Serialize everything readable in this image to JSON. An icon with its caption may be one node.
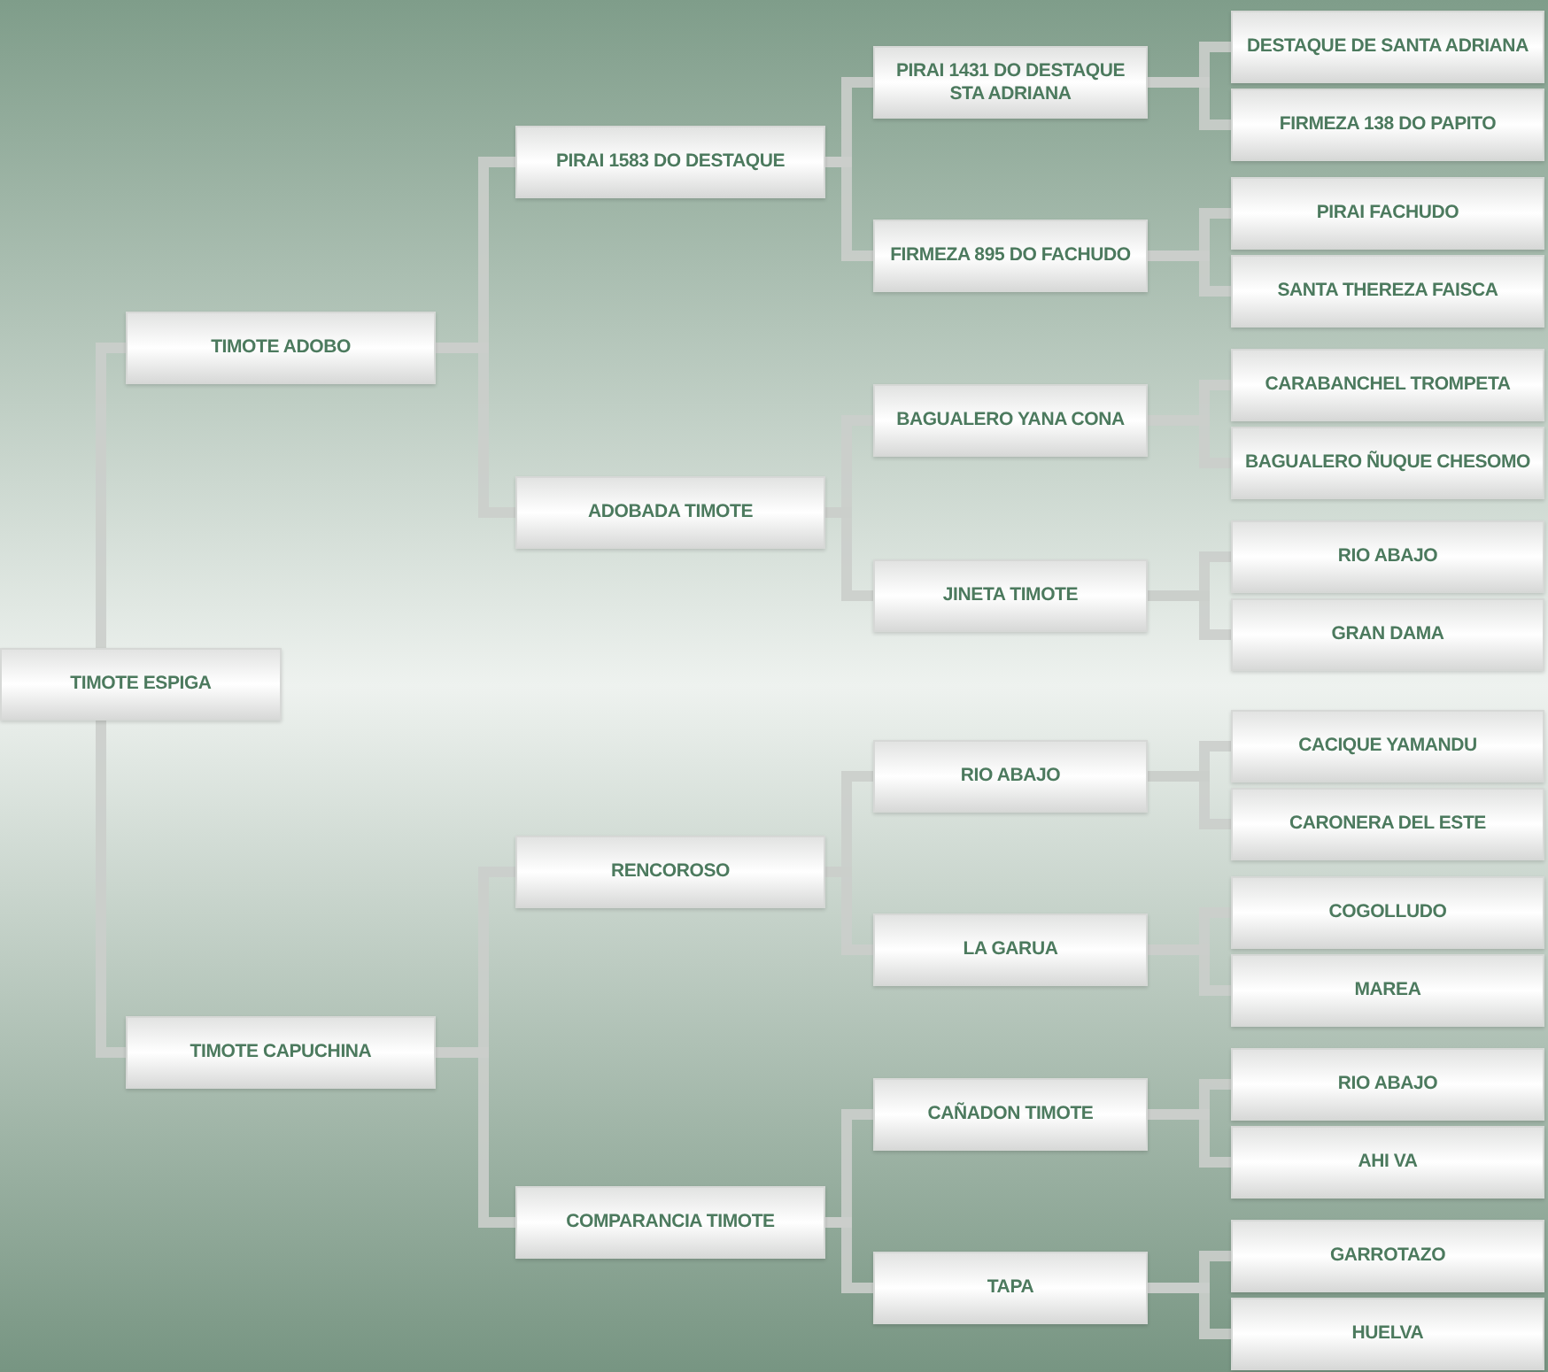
{
  "diagram": {
    "nodes": [
      {
        "text": [
          "TIMOTE ESPIGA"
        ]
      },
      {
        "text": [
          "TIMOTE ADOBO"
        ]
      },
      {
        "text": [
          "PIRAI 1583 DO DESTAQUE"
        ]
      },
      {
        "text": [
          "PIRAI 1431 DO DESTAQUE STA ADRIANA"
        ]
      },
      {
        "text": [
          "DESTAQUE DE SANTA ADRIANA"
        ]
      },
      {
        "text": [
          "FIRMEZA 138 DO PAPITO"
        ]
      },
      {
        "text": [
          "FIRMEZA 895 DO FACHUDO"
        ]
      },
      {
        "text": [
          "PIRAI FACHUDO"
        ]
      },
      {
        "text": [
          "SANTA THEREZA FAISCA"
        ]
      },
      {
        "text": [
          "ADOBADA TIMOTE"
        ]
      },
      {
        "text": [
          "BAGUALERO YANA CONA"
        ]
      },
      {
        "text": [
          "CARABANCHEL TROMPETA"
        ]
      },
      {
        "text": [
          "BAGUALERO ÑUQUE CHESOMO"
        ]
      },
      {
        "text": [
          "JINETA TIMOTE"
        ]
      },
      {
        "text": [
          "RIO ABAJO"
        ]
      },
      {
        "text": [
          "GRAN DAMA"
        ]
      },
      {
        "text": [
          "TIMOTE CAPUCHINA"
        ]
      },
      {
        "text": [
          "RENCOROSO"
        ]
      },
      {
        "text": [
          "RIO ABAJO"
        ]
      },
      {
        "text": [
          "CACIQUE YAMANDU"
        ]
      },
      {
        "text": [
          "CARONERA DEL ESTE"
        ]
      },
      {
        "text": [
          "LA GARUA"
        ]
      },
      {
        "text": [
          "COGOLLUDO"
        ]
      },
      {
        "text": [
          "MAREA"
        ]
      },
      {
        "text": [
          "COMPARANCIA TIMOTE"
        ]
      },
      {
        "text": [
          "CAÑADON TIMOTE"
        ]
      },
      {
        "text": [
          "RIO ABAJO"
        ]
      },
      {
        "text": [
          "AHI VA"
        ]
      },
      {
        "text": [
          "TAPA"
        ]
      },
      {
        "text": [
          "GARROTAZO"
        ]
      },
      {
        "text": [
          "HUELVA"
        ]
      }
    ],
    "edges": [
      {
        "from": 0,
        "to": 1,
        "arrow": "none"
      },
      {
        "from": 0,
        "to": 16,
        "arrow": "none"
      },
      {
        "from": 1,
        "to": 2,
        "arrow": "none"
      },
      {
        "from": 1,
        "to": 9,
        "arrow": "none"
      },
      {
        "from": 2,
        "to": 3,
        "arrow": "none"
      },
      {
        "from": 2,
        "to": 6,
        "arrow": "none"
      },
      {
        "from": 3,
        "to": 4,
        "arrow": "none"
      },
      {
        "from": 3,
        "to": 5,
        "arrow": "none"
      },
      {
        "from": 6,
        "to": 7,
        "arrow": "none"
      },
      {
        "from": 6,
        "to": 8,
        "arrow": "none"
      },
      {
        "from": 9,
        "to": 10,
        "arrow": "none"
      },
      {
        "from": 9,
        "to": 13,
        "arrow": "none"
      },
      {
        "from": 10,
        "to": 11,
        "arrow": "none"
      },
      {
        "from": 10,
        "to": 12,
        "arrow": "none"
      },
      {
        "from": 13,
        "to": 14,
        "arrow": "none"
      },
      {
        "from": 13,
        "to": 15,
        "arrow": "none"
      },
      {
        "from": 16,
        "to": 17,
        "arrow": "none"
      },
      {
        "from": 16,
        "to": 24,
        "arrow": "none"
      },
      {
        "from": 17,
        "to": 18,
        "arrow": "none"
      },
      {
        "from": 17,
        "to": 21,
        "arrow": "none"
      },
      {
        "from": 18,
        "to": 19,
        "arrow": "none"
      },
      {
        "from": 18,
        "to": 20,
        "arrow": "none"
      },
      {
        "from": 21,
        "to": 22,
        "arrow": "none"
      },
      {
        "from": 21,
        "to": 23,
        "arrow": "none"
      },
      {
        "from": 24,
        "to": 25,
        "arrow": "none"
      },
      {
        "from": 24,
        "to": 28,
        "arrow": "none"
      },
      {
        "from": 25,
        "to": 26,
        "arrow": "none"
      },
      {
        "from": 25,
        "to": 27,
        "arrow": "none"
      },
      {
        "from": 28,
        "to": 29,
        "arrow": "none"
      },
      {
        "from": 28,
        "to": 30,
        "arrow": "none"
      }
    ]
  }
}
